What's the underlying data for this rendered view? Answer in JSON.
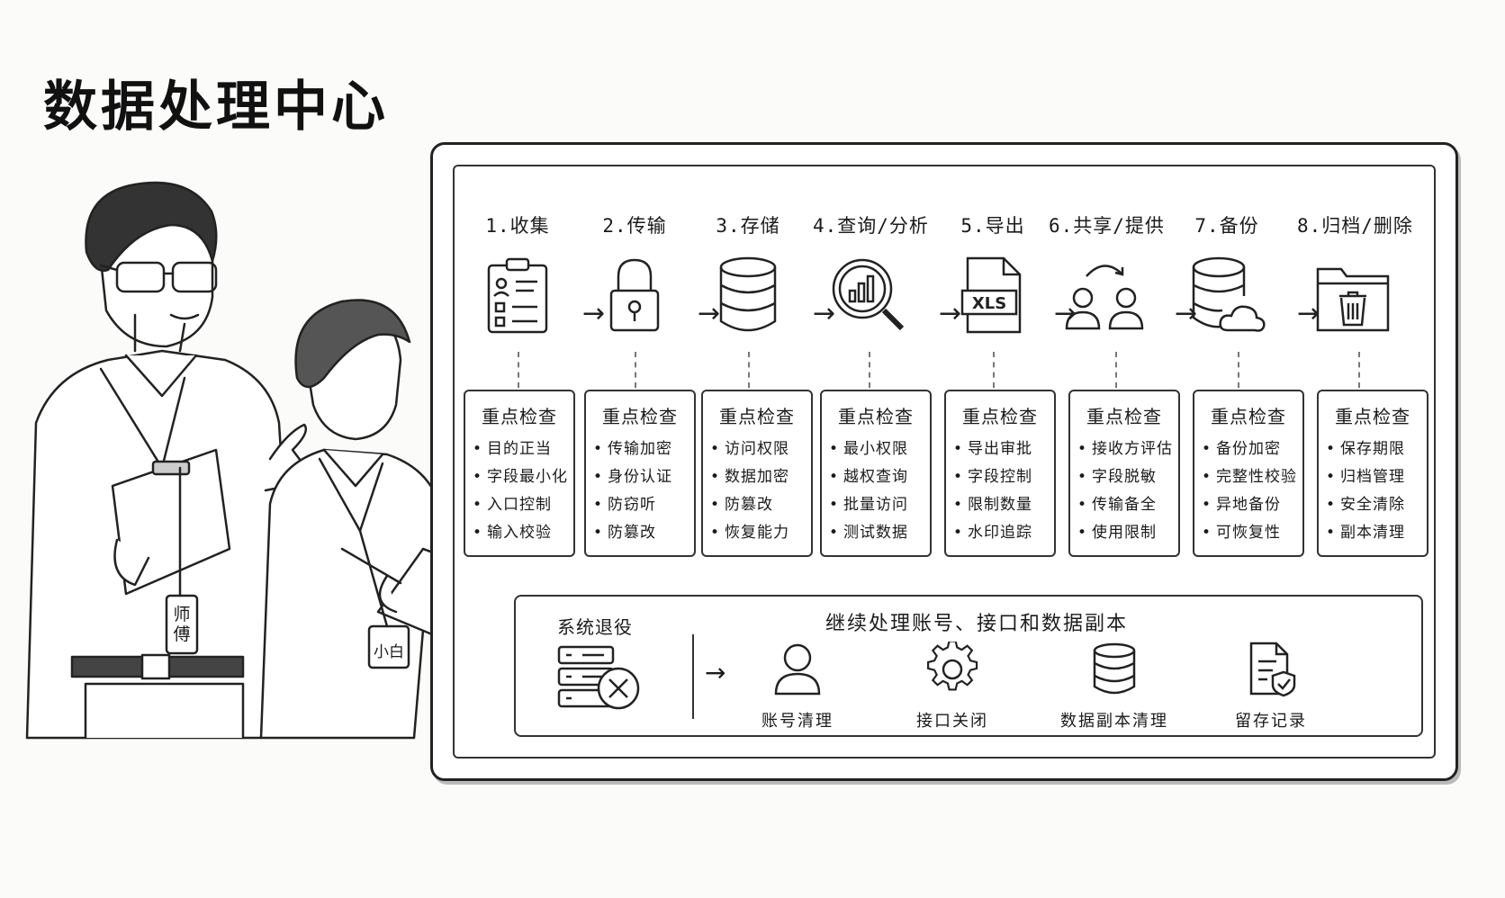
{
  "title": "数据处理中心",
  "characters": {
    "mentor_badge": "师傅",
    "student_badge": "小白"
  },
  "stages": [
    {
      "label": "1.收集",
      "icon": "clipboard-checklist-icon",
      "check_title": "重点检查",
      "items": [
        "目的正当",
        "字段最小化",
        "入口控制",
        "输入校验"
      ]
    },
    {
      "label": "2.传输",
      "icon": "padlock-icon",
      "check_title": "重点检查",
      "items": [
        "传输加密",
        "身份认证",
        "防窃听",
        "防篡改"
      ]
    },
    {
      "label": "3.存储",
      "icon": "database-icon",
      "check_title": "重点检查",
      "items": [
        "访问权限",
        "数据加密",
        "防篡改",
        "恢复能力"
      ]
    },
    {
      "label": "4.查询/分析",
      "icon": "magnifier-chart-icon",
      "check_title": "重点检查",
      "items": [
        "最小权限",
        "越权查询",
        "批量访问",
        "测试数据"
      ]
    },
    {
      "label": "5.导出",
      "icon": "xls-file-icon",
      "check_title": "重点检查",
      "items": [
        "导出审批",
        "字段控制",
        "限制数量",
        "水印追踪"
      ]
    },
    {
      "label": "6.共享/提供",
      "icon": "users-share-icon",
      "check_title": "重点检查",
      "items": [
        "接收方评估",
        "字段脱敏",
        "传输备全",
        "使用限制"
      ]
    },
    {
      "label": "7.备份",
      "icon": "database-cloud-icon",
      "check_title": "重点检查",
      "items": [
        "备份加密",
        "完整性校验",
        "异地备份",
        "可恢复性"
      ]
    },
    {
      "label": "8.归档/删除",
      "icon": "folder-trash-icon",
      "check_title": "重点检查",
      "items": [
        "保存期限",
        "归档管理",
        "安全清除",
        "副本清理"
      ]
    }
  ],
  "retirement": {
    "label": "系统退役",
    "heading": "继续处理账号、接口和数据副本",
    "items": [
      {
        "label": "账号清理",
        "icon": "user-icon"
      },
      {
        "label": "接口关闭",
        "icon": "gear-icon"
      },
      {
        "label": "数据副本清理",
        "icon": "database-icon"
      },
      {
        "label": "留存记录",
        "icon": "document-shield-icon"
      }
    ]
  }
}
